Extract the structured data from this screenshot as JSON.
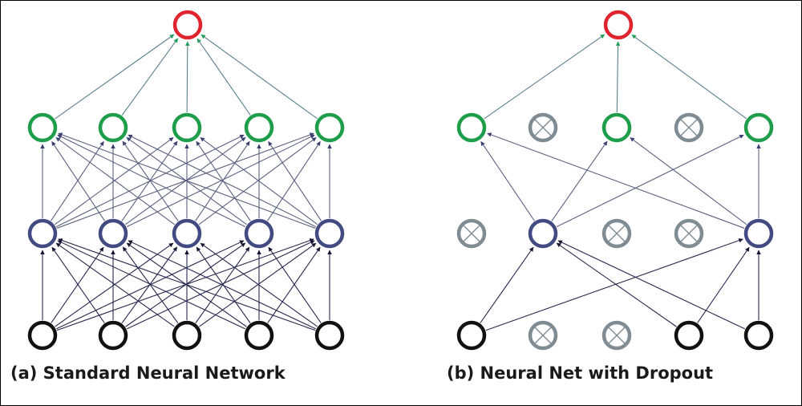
{
  "colors": {
    "output": "#e0242e",
    "hidden2": "#1e9e4a",
    "hidden1": "#424a82",
    "input": "#111111",
    "dropped": "#7f8c93",
    "edge_out": "#5b7f8e",
    "edge_h2": "#5a607f",
    "edge_h1": "#27284e",
    "arrow_out": "#1f9e5a"
  },
  "panels": [
    {
      "id": "standard",
      "caption": "(a) Standard Neural Network",
      "layers": {
        "input": [
          true,
          true,
          true,
          true,
          true
        ],
        "hidden1": [
          true,
          true,
          true,
          true,
          true
        ],
        "hidden2": [
          true,
          true,
          true,
          true,
          true
        ],
        "output": [
          true
        ]
      },
      "connectivity": "full"
    },
    {
      "id": "dropout",
      "caption": "(b) Neural Net with Dropout",
      "layers": {
        "input": [
          true,
          false,
          false,
          true,
          true
        ],
        "hidden1": [
          false,
          true,
          false,
          false,
          true
        ],
        "hidden2": [
          true,
          false,
          true,
          false,
          true
        ],
        "output": [
          true
        ]
      },
      "connectivity": "full-among-active"
    }
  ]
}
